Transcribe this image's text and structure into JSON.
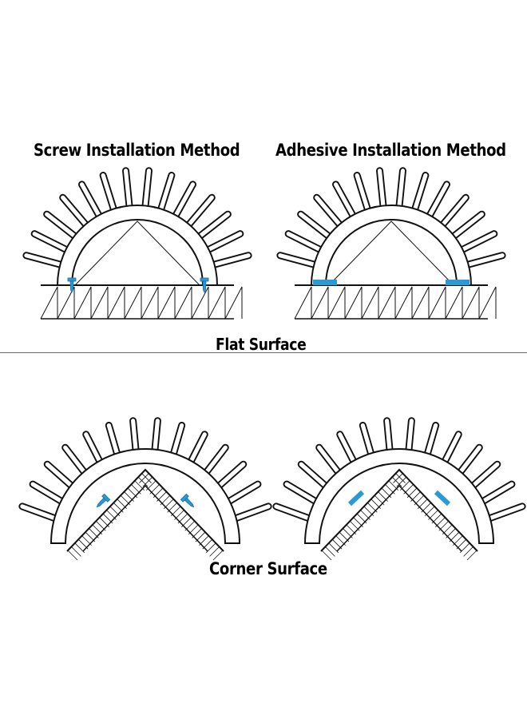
{
  "titles": {
    "screw": "Screw Installation Method",
    "adhesive": "Adhesive Installation Method",
    "flat": "Flat Surface",
    "corner": "Corner Surface"
  },
  "colors": {
    "line": "#111111",
    "accent": "#2a9ad6",
    "divider": "#6a6a6a"
  }
}
